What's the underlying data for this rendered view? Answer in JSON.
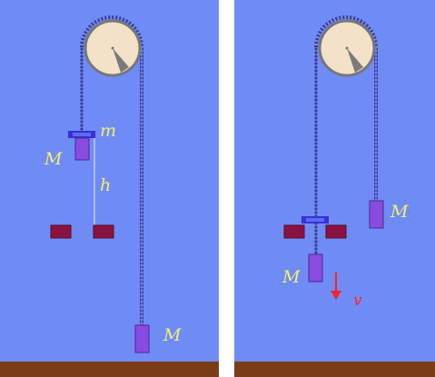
{
  "left_panel": {
    "label_m": "m",
    "label_M_left": "M",
    "label_h": "h",
    "label_M_right": "M"
  },
  "right_panel": {
    "label_M_right": "M",
    "label_M_left": "M",
    "label_v": "v"
  },
  "colors": {
    "background": "#6f8bf6",
    "floor": "#7a3d18",
    "mass": "#8a4ce0",
    "rider": "#3b2fd6",
    "stop_block": "#8a1240",
    "chain": "#3c3c8c",
    "pulley_face": "#f3e2c8",
    "label": "#f5f06a",
    "velocity_arrow": "#ff2020"
  }
}
